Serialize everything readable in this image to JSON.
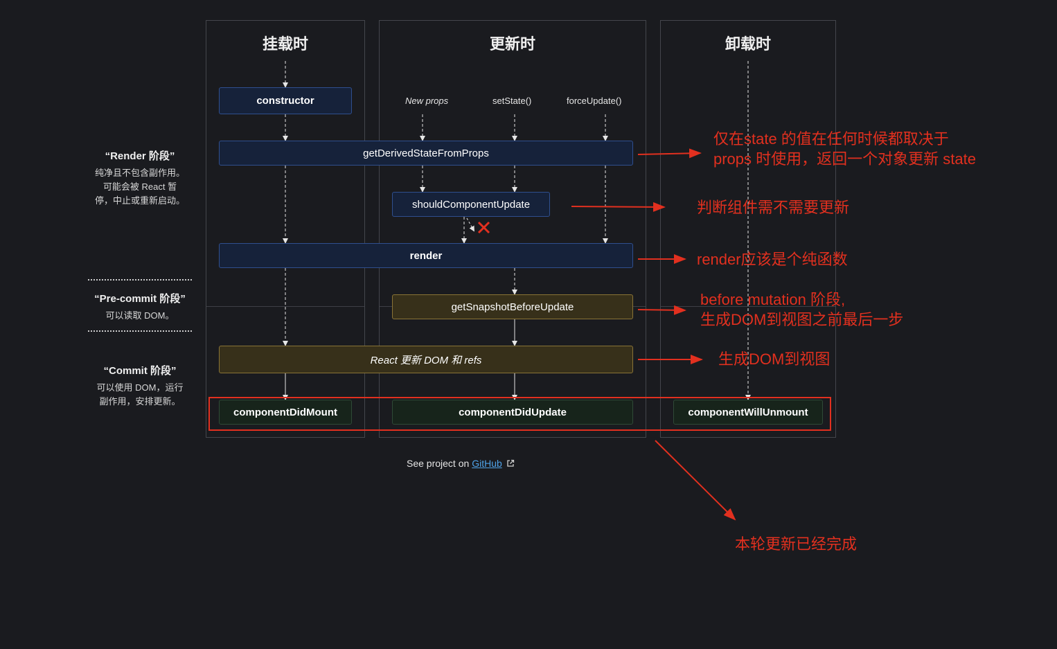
{
  "columns": {
    "mount": "挂载时",
    "update": "更新时",
    "unmount": "卸载时"
  },
  "triggers": {
    "new_props": "New props",
    "set_state": "setState()",
    "force_update": "forceUpdate()"
  },
  "methods": {
    "constructor": "constructor",
    "get_derived_state": "getDerivedStateFromProps",
    "should_update": "shouldComponentUpdate",
    "render": "render",
    "snapshot": "getSnapshotBeforeUpdate",
    "react_update": "React 更新 DOM 和 refs",
    "did_mount": "componentDidMount",
    "did_update": "componentDidUpdate",
    "will_unmount": "componentWillUnmount"
  },
  "phases": {
    "render": {
      "title": "“Render 阶段”",
      "desc": [
        "纯净且不包含副作用。",
        "可能会被 React 暂",
        "停，中止或重新启动。"
      ]
    },
    "precommit": {
      "title": "“Pre-commit 阶段”",
      "desc": [
        "可以读取 DOM。"
      ]
    },
    "commit": {
      "title": "“Commit 阶段”",
      "desc": [
        "可以使用 DOM，运行",
        "副作用，安排更新。"
      ]
    }
  },
  "annotations": {
    "derived_state": [
      "仅在state 的值在任何时候都取决于",
      "props 时使用，返回一个对象更新 state"
    ],
    "should_update": "判断组件需不需要更新",
    "render": "render应该是个纯函数",
    "snapshot": [
      "before mutation 阶段,",
      "生成DOM到视图之前最后一步"
    ],
    "react_update": "生成DOM到视图",
    "complete": "本轮更新已经完成"
  },
  "footer": {
    "prefix": "See project on",
    "link": "GitHub"
  },
  "colors": {
    "background": "#1a1b1f",
    "annotation_red": "#e2301f",
    "link_blue": "#4fa3e8"
  }
}
